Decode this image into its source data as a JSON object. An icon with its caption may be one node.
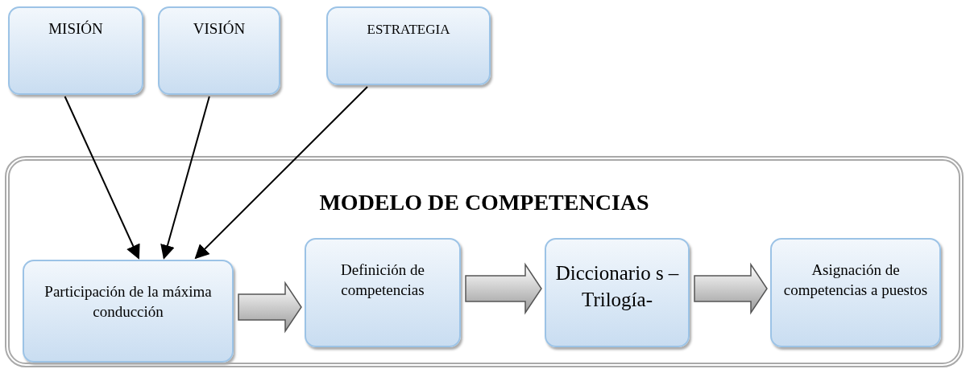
{
  "diagram": {
    "nodes": [
      {
        "text": [
          "MISIÓN"
        ]
      },
      {
        "text": [
          "VISIÓN"
        ]
      },
      {
        "text": [
          "ESTRATEGIA"
        ]
      },
      {
        "text": [
          "MODELO DE COMPETENCIAS"
        ]
      },
      {
        "text": [
          "Participación de la máxima conducción"
        ],
        "in": 3
      },
      {
        "text": [
          "Definición de competencias"
        ],
        "in": 3
      },
      {
        "text": [
          "Diccionario s – Trilogía-"
        ],
        "in": 3
      },
      {
        "text": [
          "Asignación de competencias a puestos"
        ],
        "in": 3
      }
    ],
    "edges": [
      {
        "from": 0,
        "to": 4,
        "arrow": "to"
      },
      {
        "from": 1,
        "to": 4,
        "arrow": "to"
      },
      {
        "from": 2,
        "to": 4,
        "arrow": "to"
      },
      {
        "from": 4,
        "to": 5,
        "arrow": "to",
        "style": "thick"
      },
      {
        "from": 5,
        "to": 6,
        "arrow": "to",
        "style": "thick"
      },
      {
        "from": 6,
        "to": 7,
        "arrow": "to",
        "style": "thick"
      }
    ]
  }
}
